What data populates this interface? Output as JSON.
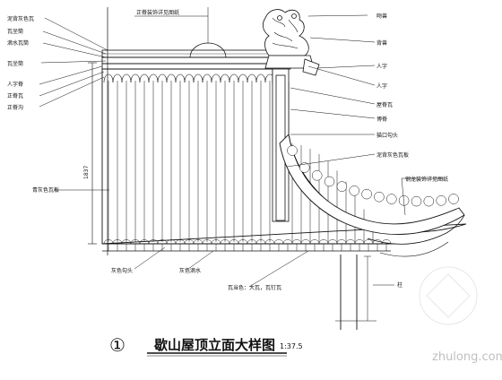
{
  "drawing": {
    "title": "歇山屋顶立面大样图",
    "scale": "1:37.5",
    "number": "①",
    "dimension_vertical": "1837",
    "watermark": "zhulong.com"
  },
  "labels_left": [
    "泥背灰色瓦",
    "瓦坐筒",
    "滴水瓦筒",
    "瓦坐筒",
    "人字脊",
    "正脊瓦",
    "正脊沟"
  ],
  "label_board_left": "青灰色瓦板",
  "label_top_center": "正脊装饰详见图纸",
  "labels_right": [
    "吻兽",
    "背兽",
    "人字",
    "人字",
    "屋脊瓦",
    "博脊",
    "猫口勾头",
    "泥背灰色瓦板",
    "钢龙装饰详见图纸"
  ],
  "labels_bottom": [
    "灰色勾头",
    "灰色滴水",
    "瓦当色：大瓦，瓦钉瓦"
  ],
  "label_column": "柱"
}
